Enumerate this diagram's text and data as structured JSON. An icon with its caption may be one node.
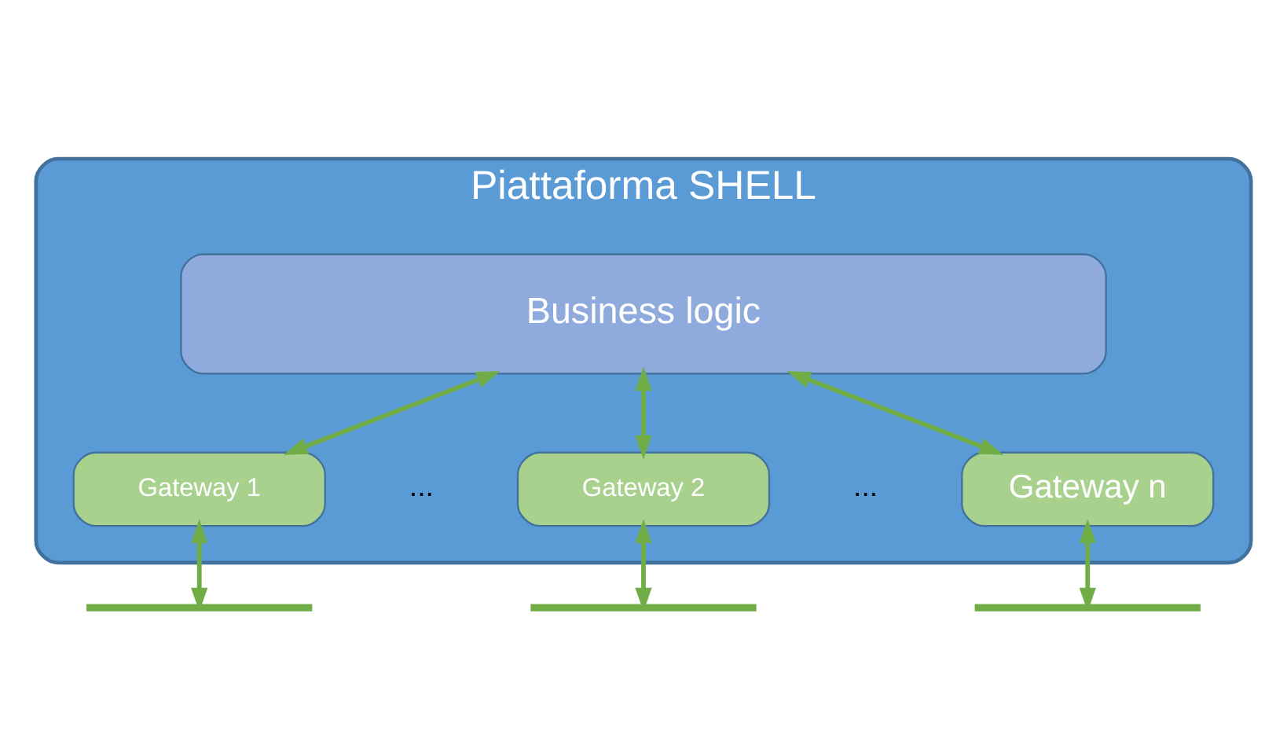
{
  "diagram": {
    "nodes": [
      {
        "text": [
          "Piattaforma SHELL"
        ]
      },
      {
        "text": [
          "Business logic"
        ],
        "in": 0
      },
      {
        "text": [
          "Gateway 1"
        ],
        "in": 0
      },
      {
        "text": [
          "Gateway 2"
        ],
        "in": 0
      },
      {
        "text": [
          "Gateway n"
        ],
        "in": 0
      },
      {
        "text": [],
        "shape": "arrow"
      },
      {
        "text": [],
        "shape": "arrow"
      },
      {
        "text": [],
        "shape": "arrow"
      }
    ],
    "edges": [
      {
        "from": 1,
        "to": 2,
        "arrow": "both"
      },
      {
        "from": 1,
        "to": 3,
        "arrow": "both"
      },
      {
        "from": 1,
        "to": 4,
        "arrow": "both"
      },
      {
        "from": 2,
        "to": 5,
        "arrow": "both"
      },
      {
        "from": 3,
        "to": 6,
        "arrow": "both"
      },
      {
        "from": 4,
        "to": 7,
        "arrow": "both"
      }
    ],
    "labels": [
      "...",
      "..."
    ]
  }
}
